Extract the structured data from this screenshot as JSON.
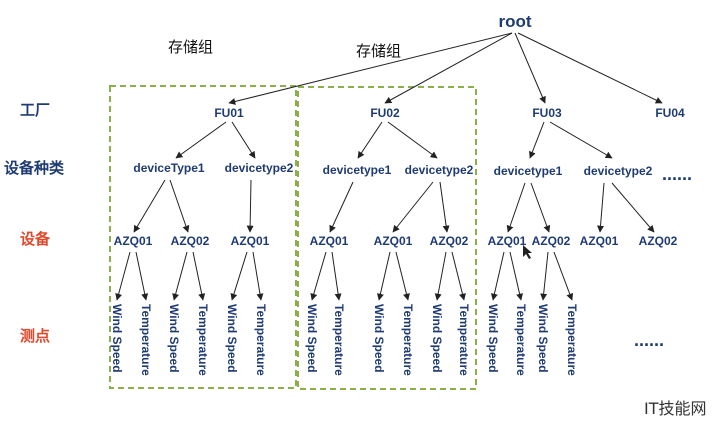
{
  "root": "root",
  "storage_group_labels": [
    "存储组",
    "存储组"
  ],
  "level_labels": [
    {
      "text": "工厂",
      "color": "#1f3b73"
    },
    {
      "text": "设备种类",
      "color": "#1f3b73"
    },
    {
      "text": "设备",
      "color": "#e0492b"
    },
    {
      "text": "测点",
      "color": "#e0492b"
    }
  ],
  "factories": [
    "FU01",
    "FU02",
    "FU03",
    "FU04"
  ],
  "device_types": [
    "deviceType1",
    "devicetype2",
    "devicetype1",
    "devicetype2",
    "devicetype1",
    "devicetype2"
  ],
  "devices": [
    "AZQ01",
    "AZQ02",
    "AZQ01",
    "AZQ01",
    "AZQ01",
    "AZQ02",
    "AZQ01",
    "AZQ02",
    "AZQ01",
    "AZQ02"
  ],
  "measurement_labels": [
    "Wind Speed",
    "Temperature"
  ],
  "ellipsis": "......",
  "watermark": "IT技能网",
  "colors": {
    "node": "#1f3b73",
    "device_level": "#e0492b",
    "group_border": "#8bb04a",
    "edge": "#222222"
  }
}
